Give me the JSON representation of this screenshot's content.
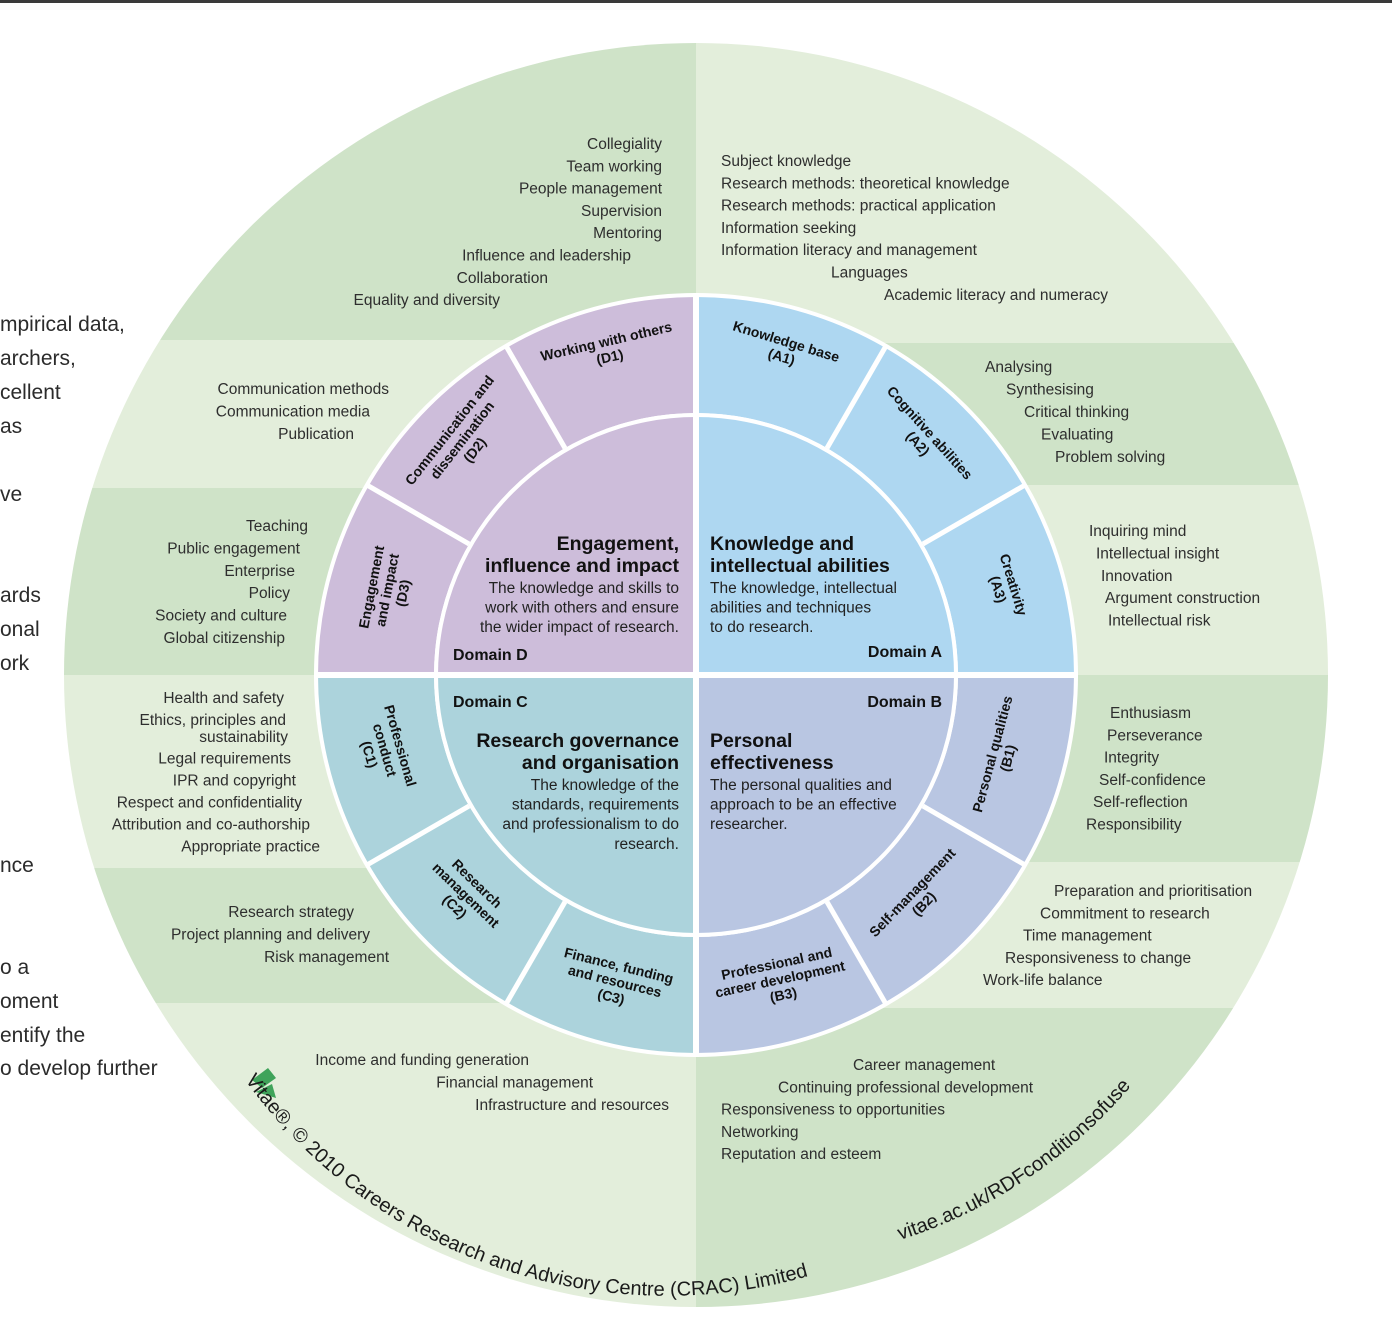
{
  "colors": {
    "outer_light": "#e3eedb",
    "outer_dark": "#cfe3c8",
    "domain_a": "#aed7f1",
    "domain_b": "#b9c6e2",
    "domain_c": "#acd3dc",
    "domain_d": "#cdbdda",
    "separator": "#ffffff",
    "logo_green": "#3fa35a"
  },
  "left_text_lines": [
    "mpirical data,",
    "archers,",
    "cellent",
    "as",
    "ve",
    "ards",
    "onal",
    "ork",
    "nce",
    "o a",
    "oment",
    "entify the",
    "o develop further"
  ],
  "domains": {
    "A": {
      "label": "Domain A",
      "title": [
        "Knowledge and",
        "intellectual abilities"
      ],
      "desc": [
        "The knowledge, intellectual",
        "abilities and techniques",
        "to do research."
      ]
    },
    "B": {
      "label": "Domain B",
      "title": [
        "Personal",
        "effectiveness"
      ],
      "desc": [
        "The personal qualities and",
        "approach to be an effective",
        "researcher."
      ]
    },
    "C": {
      "label": "Domain C",
      "title": [
        "Research governance",
        "and organisation"
      ],
      "desc": [
        "The knowledge of the",
        "standards, requirements",
        "and professionalism to do",
        "research."
      ]
    },
    "D": {
      "label": "Domain D",
      "title": [
        "Engagement,",
        "influence and impact"
      ],
      "desc": [
        "The knowledge and skills to",
        "work with others and ensure",
        "the wider impact of research."
      ]
    }
  },
  "subdomains": {
    "A1": [
      "Knowledge base",
      "(A1)"
    ],
    "A2": [
      "Cognitive abilities",
      "(A2)"
    ],
    "A3": [
      "Creativity",
      "(A3)"
    ],
    "B1": [
      "Personal qualities",
      "(B1)"
    ],
    "B2": [
      "Self-management",
      "(B2)"
    ],
    "B3": [
      "Professional and",
      "career development",
      "(B3)"
    ],
    "C1": [
      "Professional",
      "conduct",
      "(C1)"
    ],
    "C2": [
      "Research",
      "management",
      "(C2)"
    ],
    "C3": [
      "Finance, funding",
      "and resources",
      "(C3)"
    ],
    "D1": [
      "Working with others",
      "(D1)"
    ],
    "D2": [
      "Communication and",
      "dissemination",
      "(D2)"
    ],
    "D3": [
      "Engagement",
      "and impact",
      "(D3)"
    ]
  },
  "skills": {
    "A1": [
      "Subject knowledge",
      "Research methods: theoretical knowledge",
      "Research methods: practical application",
      "Information seeking",
      "Information literacy and management",
      "Languages",
      "Academic literacy and numeracy"
    ],
    "A2": [
      "Analysing",
      "Synthesising",
      "Critical thinking",
      "Evaluating",
      "Problem solving"
    ],
    "A3": [
      "Inquiring mind",
      "Intellectual insight",
      "Innovation",
      "Argument construction",
      "Intellectual risk"
    ],
    "B1": [
      "Enthusiasm",
      "Perseverance",
      "Integrity",
      "Self-confidence",
      "Self-reflection",
      "Responsibility"
    ],
    "B2": [
      "Preparation and prioritisation",
      "Commitment to research",
      "Time management",
      "Responsiveness to change",
      "Work-life balance"
    ],
    "B3": [
      "Career management",
      "Continuing professional development",
      "Responsiveness to opportunities",
      "Networking",
      "Reputation and esteem"
    ],
    "C1": [
      "Health and safety",
      "Ethics, principles and",
      "sustainability",
      "Legal requirements",
      "IPR and copyright",
      "Respect and confidentiality",
      "Attribution and co-authorship",
      "Appropriate practice"
    ],
    "C2": [
      "Research strategy",
      "Project planning and delivery",
      "Risk management"
    ],
    "C3": [
      "Income and funding generation",
      "Financial management",
      "Infrastructure and resources"
    ],
    "D1": [
      "Collegiality",
      "Team working",
      "People management",
      "Supervision",
      "Mentoring",
      "Influence and leadership",
      "Collaboration",
      "Equality and diversity"
    ],
    "D2": [
      "Communication methods",
      "Communication media",
      "Publication"
    ],
    "D3": [
      "Teaching",
      "Public engagement",
      "Enterprise",
      "Policy",
      "Society and culture",
      "Global citizenship"
    ]
  },
  "copyright": "Vitae®, © 2010 Careers Research and Advisory Centre (CRAC) Limited",
  "url": "vitae.ac.uk/RDFconditionsofuse"
}
